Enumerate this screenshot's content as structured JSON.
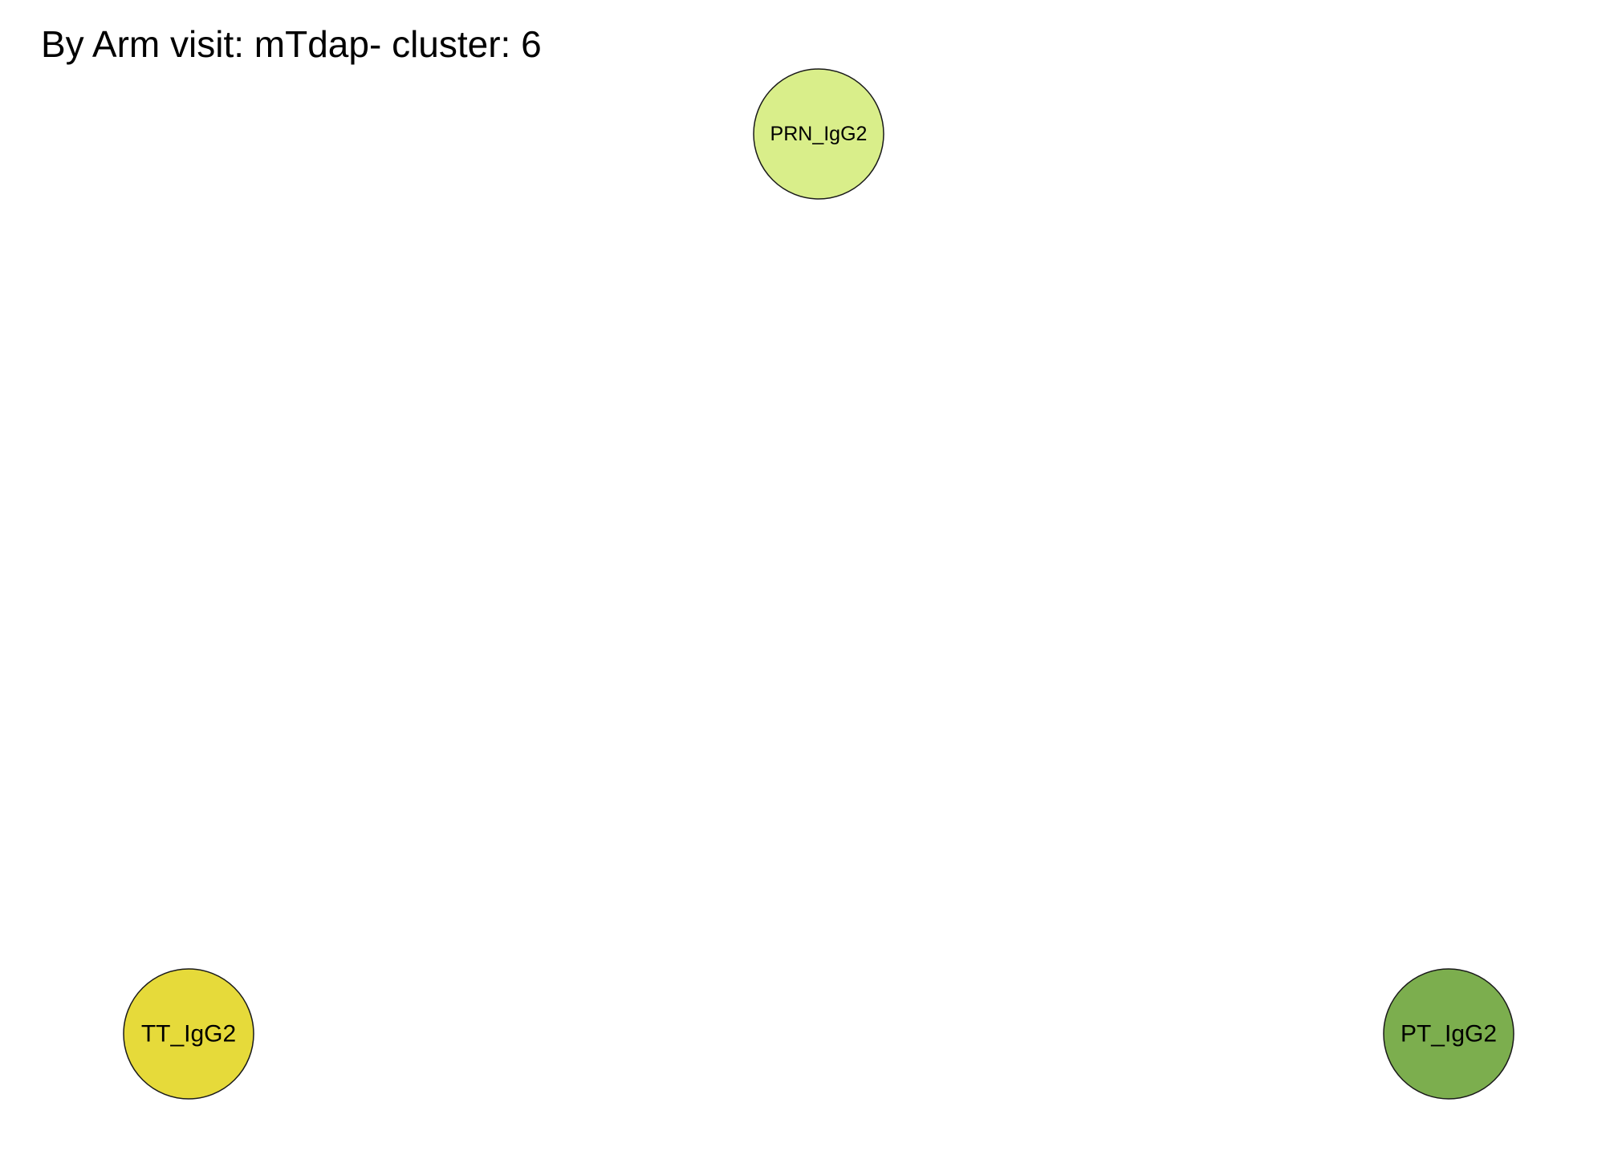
{
  "title": "By Arm visit: mTdap- cluster: 6",
  "nodes": [
    {
      "id": "prn",
      "label": "PRN_IgG2",
      "color": "#d9ee8a"
    },
    {
      "id": "tt",
      "label": "TT_IgG2",
      "color": "#e6da3a"
    },
    {
      "id": "pt",
      "label": "PT_IgG2",
      "color": "#7cae4e"
    }
  ],
  "edges": []
}
